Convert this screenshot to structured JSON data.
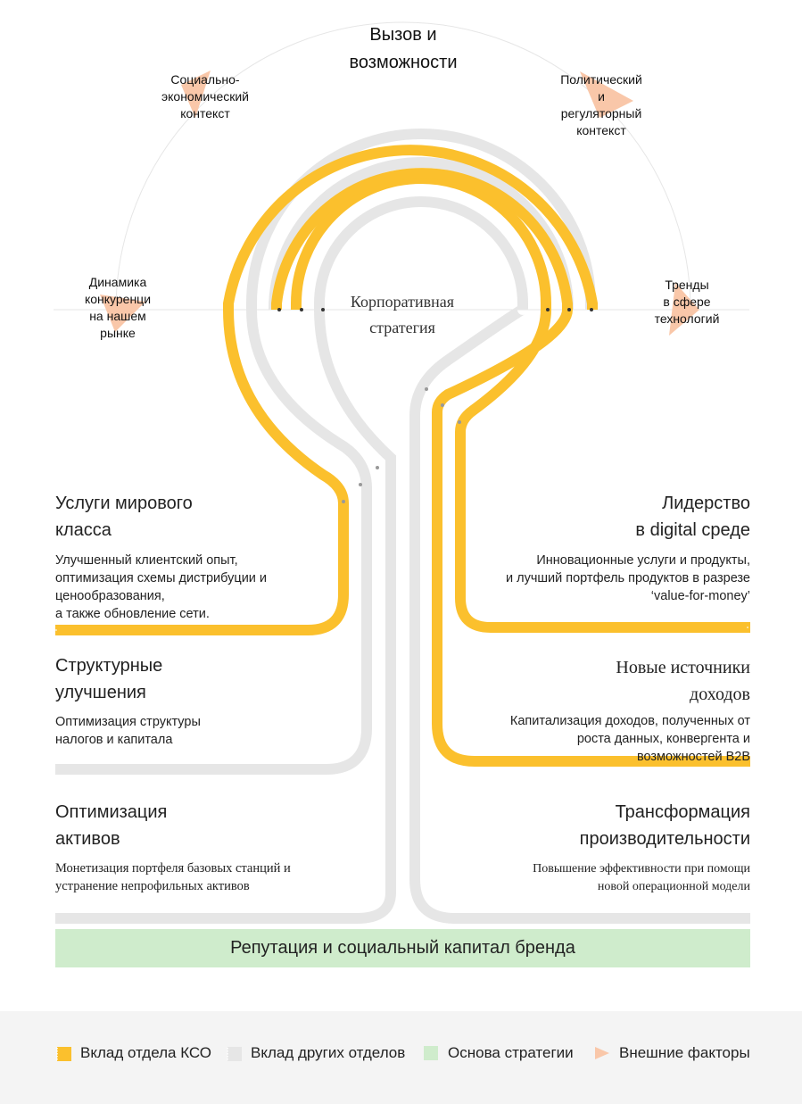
{
  "colors": {
    "kso": "#fbc02d",
    "other": "#e6e6e6",
    "foundation": "#cfeccc",
    "external": "#f9c7a9",
    "guide": "#e4e4e4"
  },
  "external_factors": {
    "title": "Вызов и\nвозможности",
    "socio": "Социально-\nэкономический\nконтекст",
    "political": "Политический\nи\nрегуляторный\nконтекст",
    "competition": "Динамика\nконкуренци\nна нашем\nрынке",
    "tech": "Тренды\nв сфере\nтехнологий"
  },
  "center_label": "Корпоративная\nстратегия",
  "blocks": {
    "world_class": {
      "title": "Услуги мирового\nкласса",
      "desc": "Улучшенный клиентский опыт,\nоптимизация схемы дистрибуции и\nценообразования,\nа также обновление сети."
    },
    "structural": {
      "title": "Структурные\nулучшения",
      "desc": "Оптимизация структуры\nналогов и капитала"
    },
    "assets": {
      "title": "Оптимизация\nактивов",
      "desc": "Монетизация портфеля базовых станций и\nустранение непрофильных активов"
    },
    "digital": {
      "title": "Лидерство\nв digital среде",
      "desc": "Инновационные услуги и продукты,\nи лучший портфель продуктов в разрезе\n‘value-for-money’"
    },
    "revenue": {
      "title": "Новые источники\nдоходов",
      "desc": "Капитализация доходов, полученных от\nроста данных, конвергента и\nвозможностей B2B"
    },
    "performance": {
      "title": "Трансформация\nпроизводительности",
      "desc": "Повышение эффективности при помощи\nновой операционной модели"
    }
  },
  "foundation": "Репутация и социальный капитал бренда",
  "legend": [
    {
      "label": "Вклад отдела КСО",
      "color": "#fbc02d",
      "icon": "ribbon-swatch"
    },
    {
      "label": "Вклад других отделов",
      "color": "#e6e6e6",
      "icon": "ribbon-swatch"
    },
    {
      "label": "Основа стратегии",
      "color": "#cfeccc",
      "icon": "square-swatch"
    },
    {
      "label": "Внешние факторы",
      "color": "#f9c7a9",
      "icon": "triangle-swatch"
    }
  ]
}
